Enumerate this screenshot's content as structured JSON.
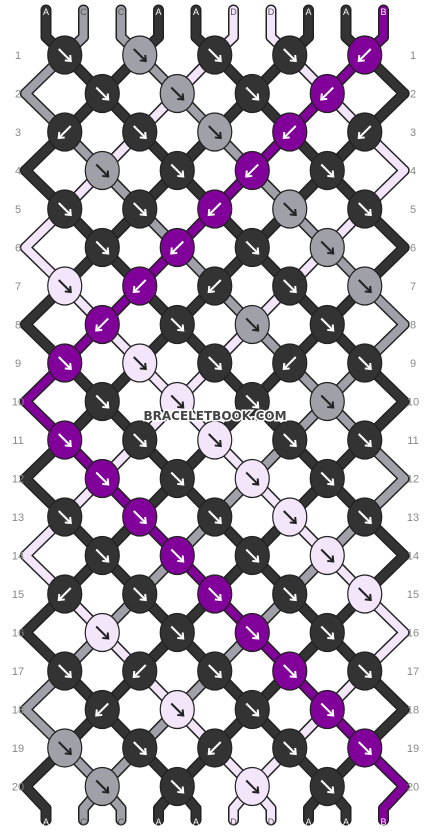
{
  "watermark": "BRACELETBOOK.COM",
  "colors": {
    "A": "#333333",
    "C": "#a0a0a8",
    "D": "#f3e5fa",
    "B": "#800099"
  },
  "strands_top": [
    "A",
    "C",
    "C",
    "A",
    "A",
    "D",
    "D",
    "A",
    "A",
    "B"
  ],
  "strands_bottom": [
    "A",
    "C",
    "C",
    "A",
    "A",
    "D",
    "D",
    "A",
    "A",
    "B"
  ],
  "row_labels": [
    "1",
    "2",
    "3",
    "4",
    "5",
    "6",
    "7",
    "8",
    "9",
    "10",
    "11",
    "12",
    "13",
    "14",
    "15",
    "16",
    "17",
    "18",
    "19",
    "20"
  ],
  "knots": [
    [
      "A\\",
      "C\\",
      "A\\",
      "A\\",
      "B/"
    ],
    [
      "A\\",
      "C\\",
      "A\\",
      "B/"
    ],
    [
      "A/",
      "A\\",
      "C\\",
      "B/",
      "A/"
    ],
    [
      "C\\",
      "A\\",
      "B/",
      "A\\"
    ],
    [
      "A\\",
      "A\\",
      "B/",
      "C\\",
      "A\\"
    ],
    [
      "A\\",
      "B/",
      "A\\",
      "C\\"
    ],
    [
      "D\\",
      "B/",
      "A/",
      "A\\",
      "C\\"
    ],
    [
      "B/",
      "A\\",
      "C\\",
      "A\\"
    ],
    [
      "B\\",
      "D\\",
      "A\\",
      "A/",
      "A\\"
    ],
    [
      "A\\",
      "D\\",
      "A\\",
      "C\\"
    ],
    [
      "B\\",
      "A\\",
      "D\\",
      "A\\",
      "A\\"
    ],
    [
      "B\\",
      "A\\",
      "D\\",
      "A\\"
    ],
    [
      "A\\",
      "B\\",
      "A\\",
      "D\\",
      "A\\"
    ],
    [
      "A\\",
      "B\\",
      "A\\",
      "D\\"
    ],
    [
      "A/",
      "A\\",
      "B\\",
      "A\\",
      "D\\"
    ],
    [
      "D\\",
      "A\\",
      "B\\",
      "A\\"
    ],
    [
      "A\\",
      "A/",
      "A\\",
      "B\\",
      "A\\"
    ],
    [
      "A/",
      "D\\",
      "A\\",
      "B\\"
    ],
    [
      "C\\",
      "A\\",
      "A/",
      "A\\",
      "B\\"
    ],
    [
      "C\\",
      "A\\",
      "D\\",
      "A\\"
    ]
  ]
}
